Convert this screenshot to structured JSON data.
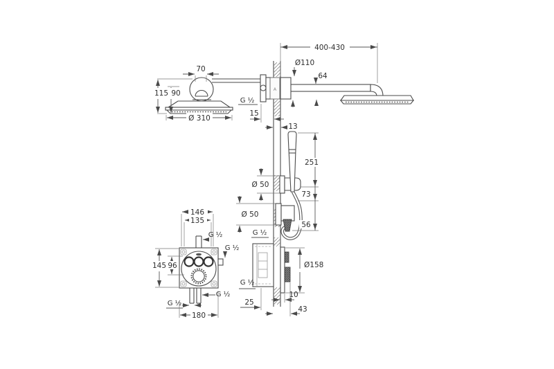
{
  "views": {
    "head": {
      "neck_width": "70",
      "height_outer": "115",
      "height_inner": "90",
      "head_diameter": "Ø 310",
      "thread": "G ½",
      "wall_clearance": "15",
      "wall_thickness": "13",
      "section_label": "A"
    },
    "arm": {
      "length_range": "400-430",
      "flange_diameter": "Ø110",
      "arm_offset": "64"
    },
    "hand_shower": {
      "length": "251",
      "holder_diameter": "Ø 50",
      "holder_offset": "73",
      "outlet_diameter": "Ø 50",
      "outlet_offset": "56",
      "thread": "G ½"
    },
    "mixer_front": {
      "width_outer": "146",
      "width_inner": "135",
      "thread_top": "G ½",
      "thread_right": "G ½",
      "height_outer": "145",
      "height_inner": "96",
      "thread_bottom_right": "G ½",
      "thread_bottom_left": "G ½",
      "plate_width": "180"
    },
    "mixer_side": {
      "thread": "G ½",
      "plate_diameter": "Ø158",
      "box_depth": "25",
      "plate_offset": "10",
      "install_depth": "43"
    }
  }
}
